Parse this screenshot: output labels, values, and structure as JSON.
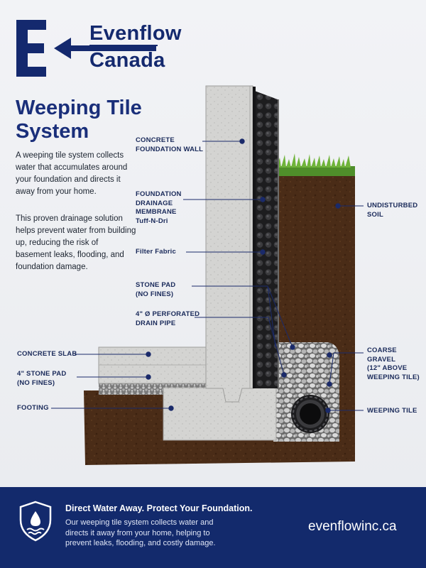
{
  "brand": {
    "logo_letter": "E",
    "name_line1": "Evenflow",
    "name_line2": "Canada",
    "color_navy": "#14296e"
  },
  "title": "Weeping Tile System",
  "intro": [
    "A weeping tile system collects water that accumulates around your foundation and directs it away from your home.",
    "This proven drainage solution helps prevent water from building up, reducing the risk of basement leaks, flooding, and foundation damage."
  ],
  "labels": {
    "concrete_wall": "CONCRETE\nFOUNDATION WALL",
    "membrane": "FOUNDATION\nDRAINAGE\nMEMBRANE\nTuff-N-Dri",
    "filter_fabric": "Filter Fabric",
    "stone_pad_upper": "STONE PAD\n(NO FINES)",
    "drain_pipe": "4\" Ø PERFORATED\nDRAIN PIPE",
    "concrete_slab": "CONCRETE SLAB",
    "stone_pad_lower": "4\" STONE PAD\n(NO FINES)",
    "footing": "FOOTING",
    "undisturbed_soil": "UNDISTURBED\nSOIL",
    "coarse_gravel": "COARSE\nGRAVEL\n(12\" ABOVE\nWEEPING TILE)",
    "weeping_tile": "WEEPING TILE"
  },
  "footer": {
    "heading": "Direct Water Away. Protect Your Foundation.",
    "body": "Our weeping tile system collects water and directs it away from your home, helping to prevent leaks, flooding, and costly damage.",
    "website": "evenflowinc.ca",
    "shield_icon": "water-shield-icon",
    "bg_color": "#132a6c"
  }
}
